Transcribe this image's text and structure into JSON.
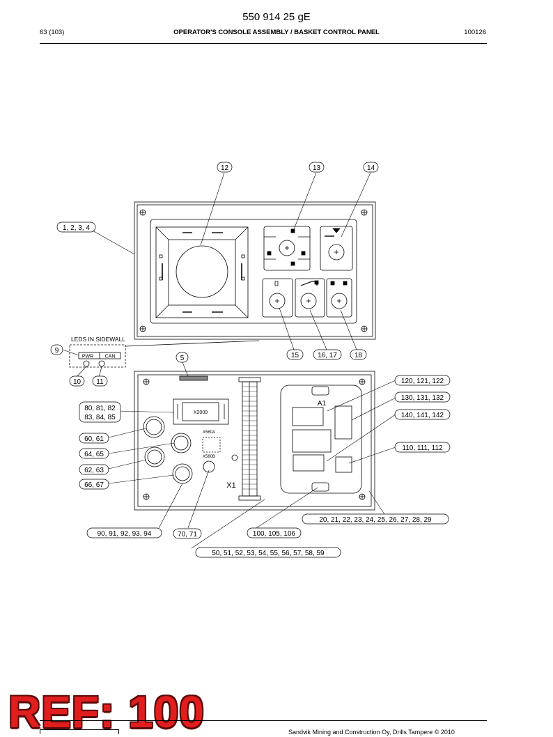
{
  "header": {
    "doc_number": "550 914 25 gE",
    "page": "63 (103)",
    "title": "OPERATOR'S CONSOLE ASSEMBLY / BASKET CONTROL PANEL",
    "code": "100126"
  },
  "callouts": {
    "c12": "12",
    "c13": "13",
    "c14": "14",
    "c1234": "1, 2, 3, 4",
    "c15": "15",
    "c1617": "16, 17",
    "c18": "18",
    "c9": "9",
    "c10": "10",
    "c11": "11",
    "c5": "5",
    "c120": "120, 121, 122",
    "c130": "130, 131, 132",
    "c140": "140, 141, 142",
    "c110": "110, 111, 112",
    "c80a": "80, 81, 82",
    "c80b": "83, 84, 85",
    "c60": "60, 61",
    "c64": "64, 65",
    "c62": "62, 63",
    "c66": "66, 67",
    "c20": "20, 21, 22, 23, 24, 25, 26, 27, 28, 29",
    "c90": "90, 91, 92, 93, 94",
    "c70": "70, 71",
    "c100": "100, 105, 106",
    "c50": "50, 51, 52, 53, 54, 55, 56, 57, 58, 59"
  },
  "labels": {
    "leds_in_sidewall": "LEDS IN SIDEWALL",
    "pwr": "PWR",
    "can": "CAN",
    "x2009": "X2009",
    "x560a": "X560A",
    "x560b": "X560B",
    "x1": "X1",
    "a1": "A1"
  },
  "stamp": {
    "ref": "REF: 100"
  },
  "footer": {
    "text": "Sandvik Mining and Construction Oy, Drills Tampere © 2010"
  }
}
